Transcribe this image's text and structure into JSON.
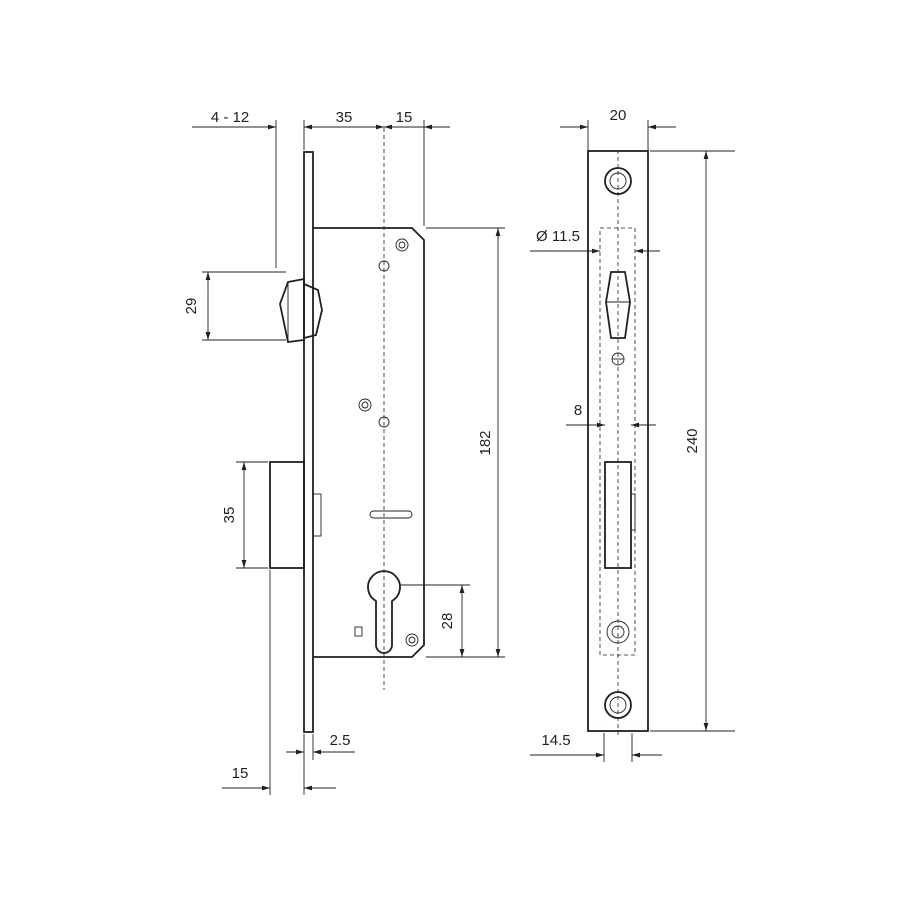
{
  "colors": {
    "line": "#231f20",
    "background": "#ffffff"
  },
  "side_view": {
    "dim_backset_range": "4 - 12",
    "dim_backset": "35",
    "dim_faceplate_offset": "15",
    "dim_latch_height": "29",
    "dim_bolt_height": "35",
    "dim_body_height": "182",
    "dim_cylinder_offset": "28",
    "dim_plate_thickness": "2.5",
    "dim_bolt_projection": "15"
  },
  "front_view": {
    "dim_plate_width": "20",
    "dim_hole_diameter": "Ø 11.5",
    "dim_bolt_width": "8",
    "dim_plate_height": "240",
    "dim_hole_offset": "14.5"
  }
}
